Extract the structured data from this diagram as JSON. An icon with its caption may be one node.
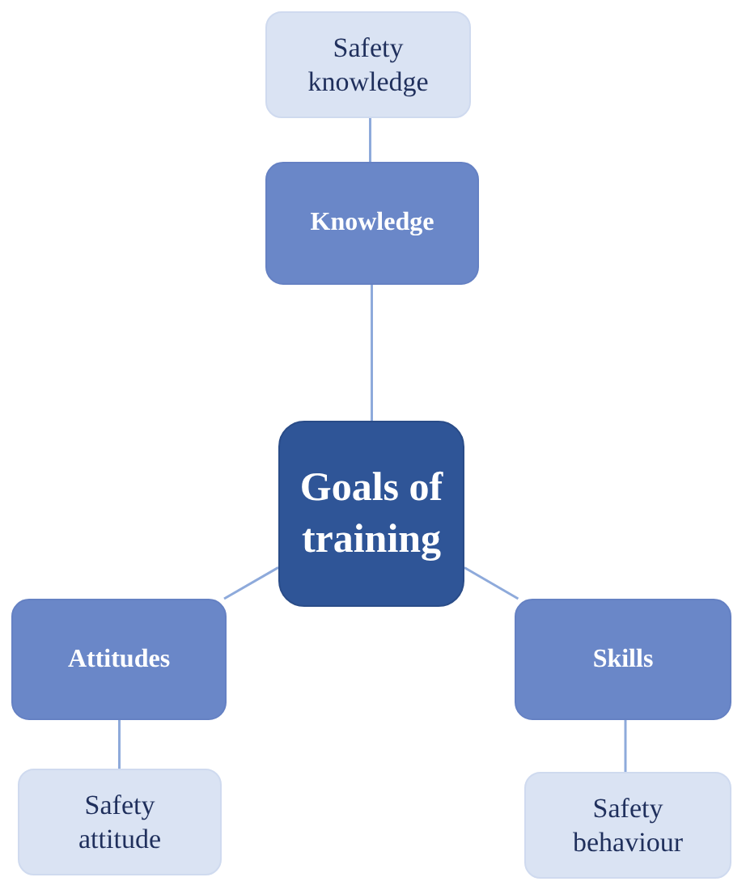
{
  "diagram": {
    "nodes": [
      {
        "text": [
          "Safety knowledge"
        ]
      },
      {
        "text": [
          "Knowledge"
        ]
      },
      {
        "text": [
          "Goals of training"
        ]
      },
      {
        "text": [
          "Attitudes"
        ]
      },
      {
        "text": [
          "Skills"
        ]
      },
      {
        "text": [
          "Safety attitude"
        ]
      },
      {
        "text": [
          "Safety behaviour"
        ]
      }
    ],
    "edges": [
      {
        "from": 2,
        "to": 1,
        "arrow": "none"
      },
      {
        "from": 1,
        "to": 0,
        "arrow": "none"
      },
      {
        "from": 2,
        "to": 3,
        "arrow": "none"
      },
      {
        "from": 2,
        "to": 4,
        "arrow": "none"
      },
      {
        "from": 3,
        "to": 5,
        "arrow": "none"
      },
      {
        "from": 4,
        "to": 6,
        "arrow": "none"
      }
    ]
  }
}
